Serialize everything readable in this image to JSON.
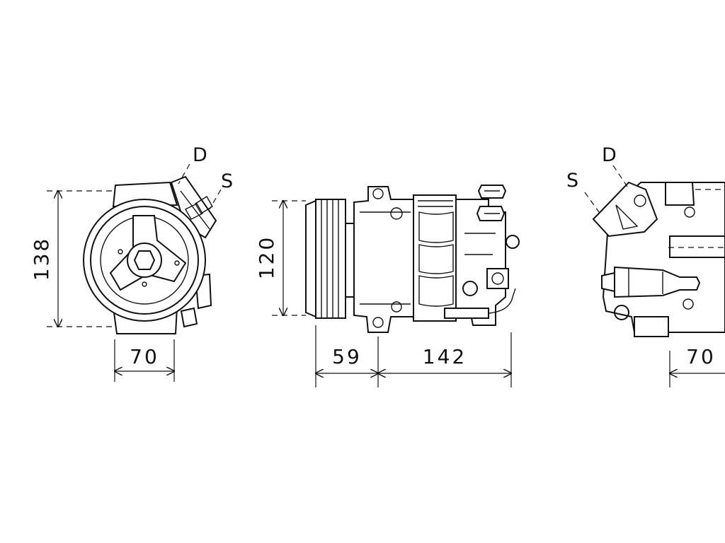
{
  "views": {
    "front": {
      "port_d": "D",
      "port_s": "S",
      "height": "138",
      "width": "70"
    },
    "side": {
      "height": "120",
      "pulley_length": "59",
      "body_length": "142"
    },
    "rear": {
      "port_d": "D",
      "port_s": "S",
      "width": "70"
    }
  }
}
